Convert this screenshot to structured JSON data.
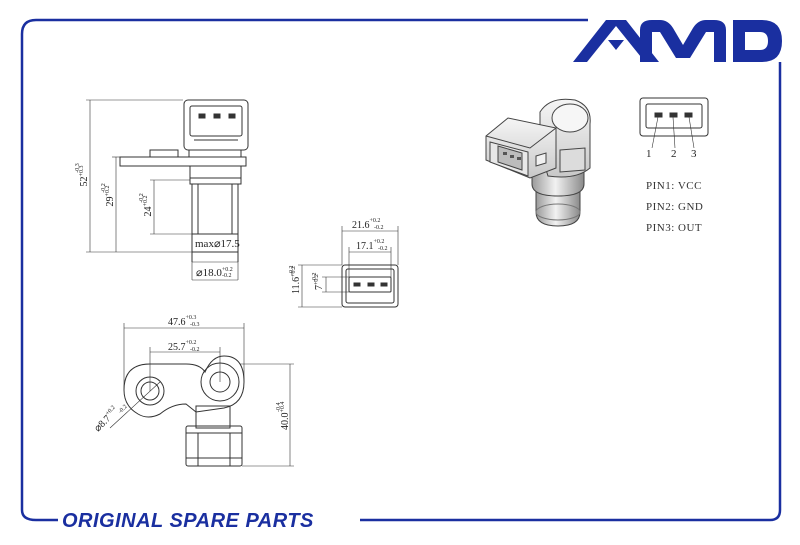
{
  "brand": {
    "logo_text": "AMD",
    "tagline": "ORIGINAL SPARE PARTS",
    "color": "#1a2fa0"
  },
  "side_view": {
    "dim_total": "52",
    "dim_total_tol_upper": "+0.3",
    "dim_total_tol_lower": "-0.3",
    "dim_flange": "29",
    "dim_flange_tol_upper": "+0.2",
    "dim_flange_tol_lower": "-0.2",
    "dim_body": "24",
    "dim_body_tol_upper": "+0.2",
    "dim_body_tol_lower": "-0.2",
    "max_diameter": "max⌀17.5",
    "body_diameter": "⌀18.0",
    "body_diameter_tol_upper": "+0.2",
    "body_diameter_tol_lower": "-0.2"
  },
  "connector_view": {
    "outer_width": "21.6",
    "outer_width_tol_upper": "+0.2",
    "outer_width_tol_lower": "-0.2",
    "inner_width": "17.1",
    "inner_width_tol_upper": "+0.2",
    "inner_width_tol_lower": "-0.2",
    "outer_height": "11.6",
    "outer_height_tol_upper": "+0.2",
    "outer_height_tol_lower": "-0.2",
    "inner_height": "7",
    "inner_height_tol_upper": "+0.2",
    "inner_height_tol_lower": "-0.2"
  },
  "top_view": {
    "total_length": "47.6",
    "total_length_tol_upper": "+0.3",
    "total_length_tol_lower": "-0.3",
    "hole_spacing": "25.7",
    "hole_spacing_tol_upper": "+0.2",
    "hole_spacing_tol_lower": "-0.2",
    "hole_diameter": "⌀8.7",
    "hole_diameter_tol_upper": "+0.2",
    "hole_diameter_tol_lower": "-0.2",
    "height": "40.0",
    "height_tol_upper": "+0.4",
    "height_tol_lower": "-0.4"
  },
  "pinout": {
    "numbers": [
      "1",
      "2",
      "3"
    ],
    "assignments": [
      {
        "pin": "PIN1",
        "signal": "VCC"
      },
      {
        "pin": "PIN2",
        "signal": "GND"
      },
      {
        "pin": "PIN3",
        "signal": "OUT"
      }
    ],
    "labels": [
      "PIN1: VCC",
      "PIN2: GND",
      "PIN3: OUT"
    ]
  }
}
